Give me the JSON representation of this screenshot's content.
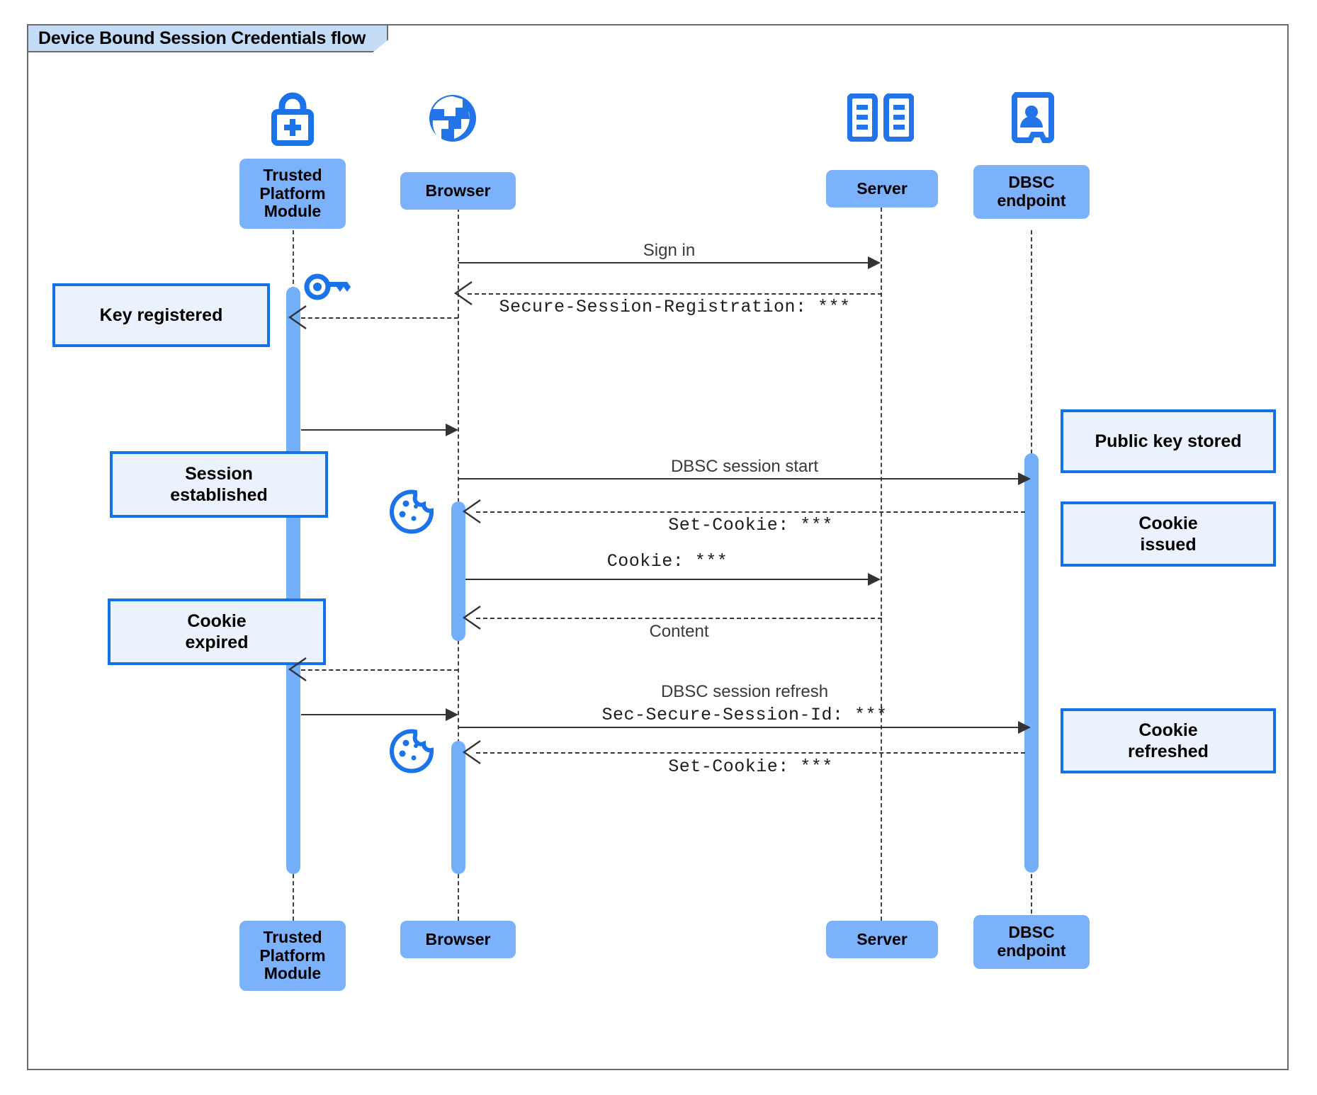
{
  "diagram": {
    "title": "Device Bound Session Credentials flow",
    "type": "uml-sequence",
    "colors": {
      "participant_fill": "#7cb2fb",
      "note_fill": "#eaf2fd",
      "note_border": "#1471e8",
      "activation_fill": "#74b0fa",
      "icon_blue": "#1a73e8",
      "title_fill": "#c5dcf7",
      "frame_border": "#6b6b6b",
      "line": "#333333"
    }
  },
  "participants": [
    {
      "id": "tpm",
      "label": "Trusted\nPlatform\nModule",
      "icon": "lock-plus-icon"
    },
    {
      "id": "browser",
      "label": "Browser",
      "icon": "globe-icon"
    },
    {
      "id": "server",
      "label": "Server",
      "icon": "server-rack-icon"
    },
    {
      "id": "dbsc",
      "label": "DBSC\nendpoint",
      "icon": "id-badge-icon"
    }
  ],
  "participants_top": [
    {
      "label_line1": "Trusted",
      "label_line2": "Platform",
      "label_line3": "Module"
    },
    {
      "label_line1": "Browser"
    },
    {
      "label_line1": "Server"
    },
    {
      "label_line1": "DBSC",
      "label_line2": "endpoint"
    }
  ],
  "participants_bottom": [
    {
      "label_line1": "Trusted",
      "label_line2": "Platform",
      "label_line3": "Module"
    },
    {
      "label_line1": "Browser"
    },
    {
      "label_line1": "Server"
    },
    {
      "label_line1": "DBSC",
      "label_line2": "endpoint"
    }
  ],
  "messages": [
    {
      "id": "m1",
      "text": "Sign in",
      "style": "sans",
      "from": "browser",
      "to": "server",
      "line": "solid"
    },
    {
      "id": "m2",
      "text": "Secure-Session-Registration: ***",
      "style": "mono",
      "from": "server",
      "to": "browser",
      "line": "dashed"
    },
    {
      "id": "m3",
      "text": "DBSC session start",
      "style": "sans",
      "from": "browser",
      "to": "dbsc",
      "line": "solid"
    },
    {
      "id": "m4",
      "text": "Set-Cookie: ***",
      "style": "mono",
      "from": "dbsc",
      "to": "browser",
      "line": "dashed"
    },
    {
      "id": "m5",
      "text": "Cookie: ***",
      "style": "mono",
      "from": "browser",
      "to": "server",
      "line": "solid"
    },
    {
      "id": "m6",
      "text": "Content",
      "style": "sans",
      "from": "server",
      "to": "browser",
      "line": "dashed"
    },
    {
      "id": "m7",
      "text": "DBSC session refresh",
      "style": "sans",
      "from": "browser",
      "to": "dbsc",
      "line": "solid"
    },
    {
      "id": "m8",
      "text": "Sec-Secure-Session-Id: ***",
      "style": "mono",
      "from": "browser",
      "to": "dbsc",
      "line": "solid"
    },
    {
      "id": "m9",
      "text": "Set-Cookie: ***",
      "style": "mono",
      "from": "dbsc",
      "to": "browser",
      "line": "dashed"
    }
  ],
  "notes": [
    {
      "id": "n1",
      "line1": "Key registered",
      "line2": "",
      "side": "left"
    },
    {
      "id": "n2",
      "line1": "Session",
      "line2": "established",
      "side": "left"
    },
    {
      "id": "n3",
      "line1": "Cookie",
      "line2": "expired",
      "side": "left"
    },
    {
      "id": "n4",
      "line1": "Public key stored",
      "line2": "",
      "side": "right"
    },
    {
      "id": "n5",
      "line1": "Cookie",
      "line2": "issued",
      "side": "right"
    },
    {
      "id": "n6",
      "line1": "Cookie",
      "line2": "refreshed",
      "side": "right"
    }
  ],
  "inline_icons": [
    {
      "id": "key",
      "name": "key-icon",
      "near": "tpm"
    },
    {
      "id": "cookie1",
      "name": "cookie-icon",
      "near": "browser"
    },
    {
      "id": "cookie2",
      "name": "cookie-icon",
      "near": "browser"
    }
  ]
}
